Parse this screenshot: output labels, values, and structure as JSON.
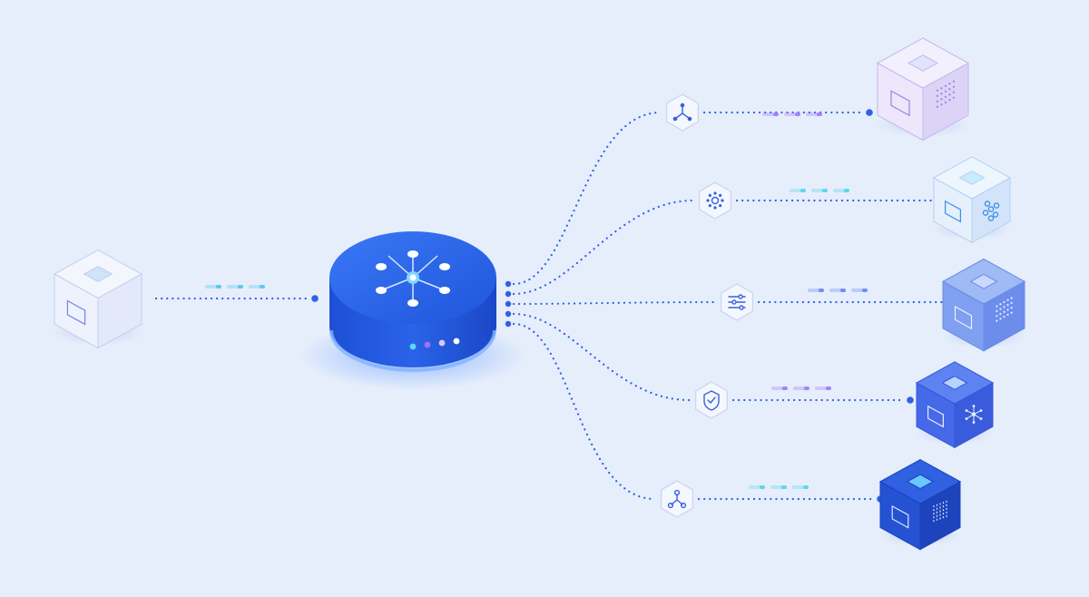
{
  "diagram": {
    "type": "hub-and-spoke network",
    "background": "#e6eefb",
    "link_color": "#2f61e6",
    "source_node": {
      "name": "source-cube",
      "icon": "cube-icon",
      "face_color": "#f2f5fd"
    },
    "hub": {
      "name": "hub-server",
      "icon": "network-star-icon",
      "body_color": "#2a63e8",
      "indicator_lights": [
        "#5fd4ff",
        "#a070ff",
        "#d7c8ff",
        "#ffffff"
      ]
    },
    "routes": [
      {
        "icon": "share-triangle-icon",
        "packet_color": "#a37cff",
        "target_icon": "dot-grid-icon",
        "target_style": "lavender"
      },
      {
        "icon": "ring-dots-icon",
        "packet_color": "#55d6ea",
        "target_icon": "cluster-icon",
        "target_style": "pale-blue"
      },
      {
        "icon": "sliders-icon",
        "packet_color": "#6a8df0",
        "target_icon": "dot-grid-icon",
        "target_style": "light-blue"
      },
      {
        "icon": "shield-check-icon",
        "packet_color": "#a37cff",
        "target_icon": "spark-node-icon",
        "target_style": "mid-blue"
      },
      {
        "icon": "node-tree-icon",
        "packet_color": "#55d6ea",
        "target_icon": "bars-icon",
        "target_style": "deep-blue"
      }
    ]
  }
}
